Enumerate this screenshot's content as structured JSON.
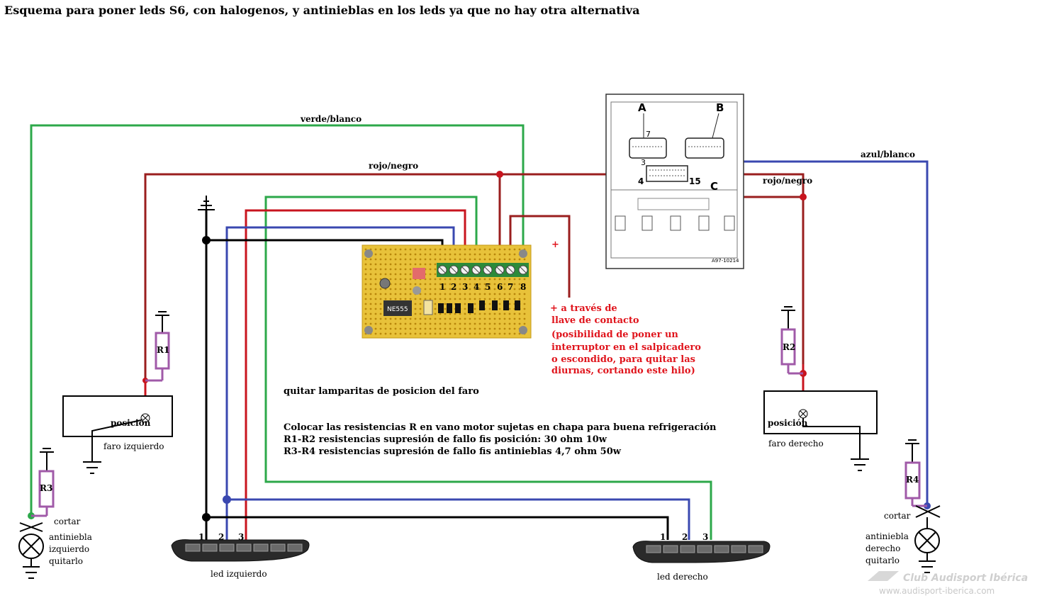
{
  "title": "Esquema para poner leds S6,   con halogenos, y antinieblas en los leds ya que no hay otra alternativa",
  "wire_labels": {
    "green_white": "verde/blanco",
    "red_black_left": "rojo/negro",
    "red_black_right": "rojo/negro",
    "blue_white": "azul/blanco"
  },
  "module": {
    "connector_a": "A",
    "connector_b": "B",
    "connector_c": "C",
    "pin7": "7",
    "pin3": "3",
    "pin4": "4",
    "pin15": "15",
    "part_no": "A97-10214"
  },
  "board": {
    "chip": "NE555",
    "terminals": [
      "1",
      "2",
      "3",
      "4",
      "5",
      "6",
      "7",
      "8"
    ]
  },
  "plus_sign": "+",
  "ignition_note": {
    "line1": "+ a través de",
    "line2": "llave de contacto",
    "line3": "(posibilidad de poner un",
    "line4": "interruptor en el salpicadero",
    "line5": "o escondido, para quitar las",
    "line6": "diurnas, cortando este hilo)"
  },
  "instructions": {
    "remove": "quitar lamparitas de posicion del faro",
    "line1": "Colocar las resistencias R en vano motor sujetas en chapa para buena refrigeración",
    "line2": "R1-R2 resistencias supresión de fallo fis posición: 30 ohm 10w",
    "line3": "R3-R4 resistencias supresión de fallo fis  antinieblas 4,7 ohm 50w"
  },
  "resistors": {
    "r1": "R1",
    "r2": "R2",
    "r3": "R3",
    "r4": "R4"
  },
  "headlights": {
    "left_pos": "posición",
    "left_name": "faro izquierdo",
    "right_pos": "posición",
    "right_name": "faro derecho"
  },
  "fog": {
    "left_cut": "cortar",
    "left_l1": "antiniebla",
    "left_l2": "izquierdo",
    "left_l3": "quitarlo",
    "right_cut": "cortar",
    "right_l1": "antiniebla",
    "right_l2": "derecho",
    "right_l3": "quitarlo"
  },
  "leds": {
    "left_name": "led izquierdo",
    "right_name": "led derecho",
    "pins": [
      "1",
      "2",
      "3"
    ]
  },
  "watermark": {
    "brand": "Club Audisport Ibérica",
    "url": "www.audisport-iberica.com"
  },
  "colors": {
    "green": "#2ca84a",
    "red": "#c8141e",
    "darkred": "#9a1e1e",
    "blue": "#3a48b0",
    "black": "#000000",
    "resistor": "#a05aa8",
    "board": "#e8c23a"
  }
}
